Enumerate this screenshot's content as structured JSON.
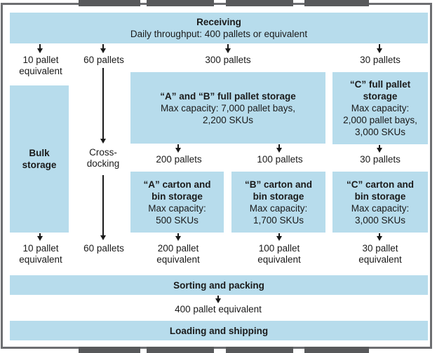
{
  "receiving": {
    "title": "Receiving",
    "subtitle": "Daily throughput: 400 pallets or equivalent"
  },
  "flows_top": {
    "bulk": [
      "10 pallet",
      "equivalent"
    ],
    "cross": "60 pallets",
    "ab": "300 pallets",
    "c": "30 pallets"
  },
  "bulk_storage": {
    "title": [
      "Bulk",
      "storage"
    ]
  },
  "cross_docking": [
    "Cross-",
    "docking"
  ],
  "ab_full_pallet": {
    "title": "“A” and “B” full pallet storage",
    "detail": [
      "Max capacity: 7,000 pallet bays,",
      "2,200 SKUs"
    ]
  },
  "c_full_pallet": {
    "title": [
      "“C” full pallet",
      "storage"
    ],
    "detail": [
      "Max capacity:",
      "2,000 pallet bays,",
      "3,000 SKUs"
    ]
  },
  "flows_mid": {
    "a": "200 pallets",
    "b": "100 pallets",
    "c": "30 pallets"
  },
  "a_carton": {
    "title": [
      "“A” carton and",
      "bin storage"
    ],
    "detail": [
      "Max capacity:",
      "500 SKUs"
    ]
  },
  "b_carton": {
    "title": [
      "“B” carton and",
      "bin storage"
    ],
    "detail": [
      "Max capacity:",
      "1,700 SKUs"
    ]
  },
  "c_carton": {
    "title": [
      "“C” carton and",
      "bin storage"
    ],
    "detail": [
      "Max capacity:",
      "3,000 SKUs"
    ]
  },
  "flows_bottom": {
    "bulk": [
      "10 pallet",
      "equivalent"
    ],
    "cross": "60 pallets",
    "a": [
      "200 pallet",
      "equivalent"
    ],
    "b": [
      "100 pallet",
      "equivalent"
    ],
    "c": [
      "30 pallet",
      "equivalent"
    ]
  },
  "sorting": {
    "title": "Sorting and packing"
  },
  "flow_final": "400 pallet equivalent",
  "loading": {
    "title": "Loading and shipping"
  },
  "colors": {
    "box_fill": "#b7dcec",
    "frame": "#6d6e71",
    "door": "#58595b",
    "text": "#1a1a1a"
  }
}
